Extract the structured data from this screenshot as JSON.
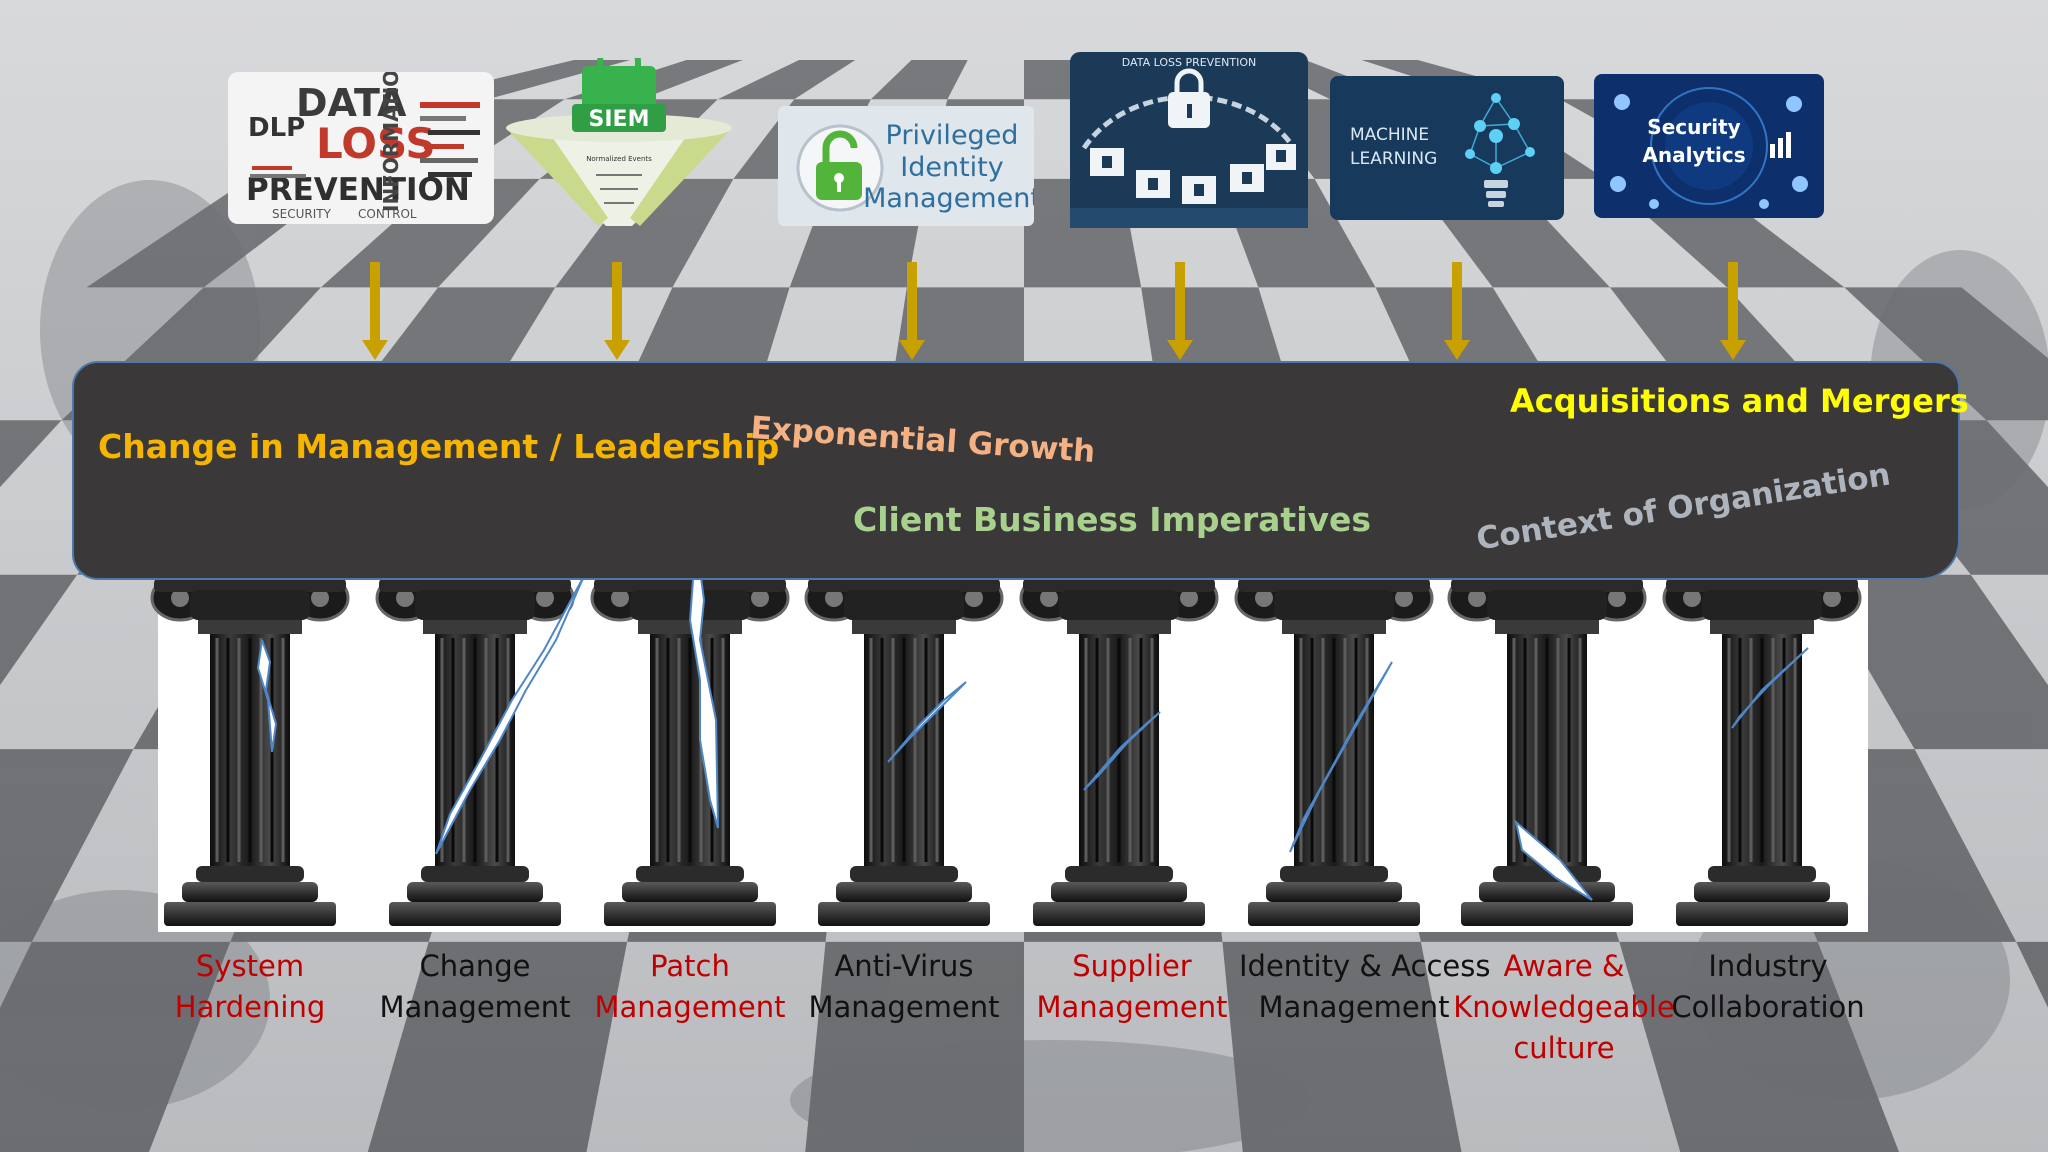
{
  "colors": {
    "banner_bg": "#3a3838",
    "arrow_gold": "#c8a000",
    "red_label": "#c00000",
    "black_label": "#111111",
    "orange_text": "#f4b400",
    "salmon_text": "#f4b183",
    "green_text": "#a9d18e",
    "yellow_text": "#ffff00",
    "grey_text": "#aeb4bd"
  },
  "tiles": {
    "dlp": {
      "word1": "DATA",
      "word2": "LOSS",
      "word3": "PREVENTION",
      "side": "INFORMATION",
      "small1": "DLP",
      "small2": "SECURITY",
      "small3": "CONTROL"
    },
    "siem": {
      "title": "SIEM",
      "row1": "Normalized Events"
    },
    "pim": {
      "line1": "Privileged",
      "line2": "Identity",
      "line3": "Management"
    },
    "dlp2": {
      "caption": "DATA LOSS PREVENTION"
    },
    "ml": {
      "line1": "MACHINE",
      "line2": "LEARNING"
    },
    "sa": {
      "line1": "Security",
      "line2": "Analytics"
    }
  },
  "banner": {
    "leadership": "Change in Management / Leadership",
    "growth": "Exponential Growth",
    "imperatives": "Client Business Imperatives",
    "acquisitions": "Acquisitions and Mergers",
    "context": "Context of Organization"
  },
  "pillars": [
    {
      "line1": "System",
      "line2": "Hardening",
      "line3": "",
      "color": "#c00000"
    },
    {
      "line1": "Change",
      "line2": "Management",
      "line3": "",
      "color": "#111111"
    },
    {
      "line1": "Patch",
      "line2": "Management",
      "line3": "",
      "color": "#c00000"
    },
    {
      "line1": "Anti-Virus",
      "line2": "Management",
      "line3": "",
      "color": "#111111"
    },
    {
      "line1": "Supplier",
      "line2": "Management",
      "line3": "",
      "color": "#c00000"
    },
    {
      "line1": "Identity & Access",
      "line2": "Management",
      "line3": "",
      "color": "#111111"
    },
    {
      "line1": "Aware &",
      "line2": "Knowledgeable",
      "line3": "culture",
      "color": "#c00000"
    },
    {
      "line1": "Industry",
      "line2": "Collaboration",
      "line3": "",
      "color": "#111111"
    }
  ]
}
